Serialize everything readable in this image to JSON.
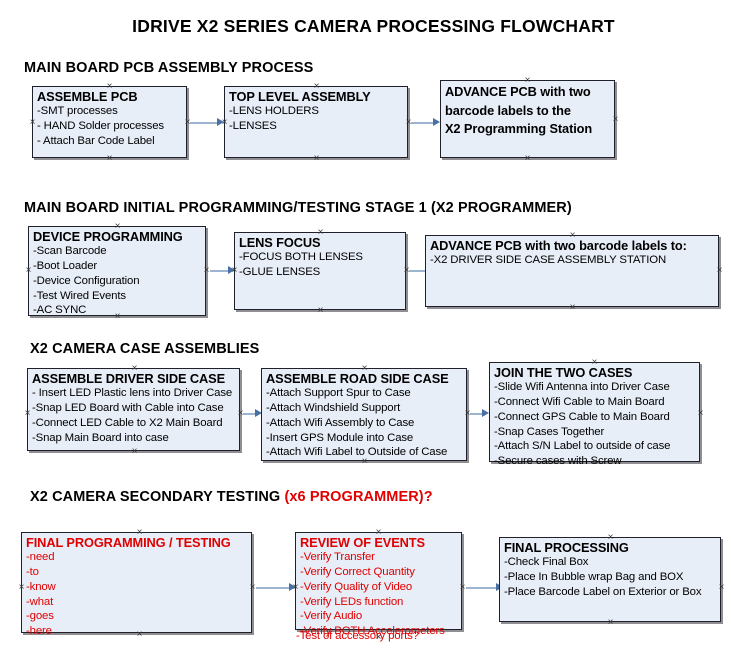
{
  "document": {
    "title": "IDRIVE X2  SERIES CAMERA PROCESSING FLOWCHART"
  },
  "sections": [
    {
      "id": "main-board-pcb-assembly",
      "heading": "MAIN BOARD PCB ASSEMBLY PROCESS",
      "heading_accent": ""
    },
    {
      "id": "main-board-initial-programming",
      "heading": "MAIN BOARD INITIAL PROGRAMMING/TESTING STAGE 1 (X2 PROGRAMMER)",
      "heading_accent": ""
    },
    {
      "id": "x2-camera-case-assemblies",
      "heading": "X2 CAMERA CASE ASSEMBLIES",
      "heading_accent": ""
    },
    {
      "id": "x2-camera-secondary-testing",
      "heading": "X2 CAMERA SECONDARY TESTING",
      "heading_accent": "(x6 PROGRAMMER)?"
    }
  ],
  "nodes": {
    "assemble_pcb": {
      "title": "ASSEMBLE PCB",
      "lines": [
        "-SMT processes",
        "- HAND Solder processes",
        "- Attach Bar Code Label"
      ]
    },
    "top_level_assembly": {
      "title": "TOP LEVEL ASSEMBLY",
      "lines": [
        "-LENS HOLDERS",
        "-LENSES"
      ]
    },
    "advance_pcb_programming_station": {
      "title_lines": [
        "ADVANCE PCB with two",
        "barcode labels to the",
        " X2 Programming Station"
      ],
      "lines": []
    },
    "device_programming": {
      "title": "DEVICE PROGRAMMING",
      "lines": [
        "-Scan Barcode",
        "-Boot Loader",
        "-Device Configuration",
        "-Test Wired Events",
        "-AC SYNC"
      ]
    },
    "lens_focus": {
      "title": "LENS FOCUS",
      "lines": [
        "-FOCUS BOTH LENSES",
        "-GLUE LENSES"
      ]
    },
    "advance_pcb_driver_side": {
      "title": "ADVANCE PCB with two barcode labels to:",
      "lines": [
        "-X2 DRIVER  SIDE  CASE  ASSEMBLY STATION"
      ]
    },
    "assemble_driver_side_case": {
      "title": "ASSEMBLE DRIVER SIDE CASE",
      "lines": [
        "- Insert LED Plastic lens into Driver Case",
        "-Snap LED Board with Cable into Case",
        "-Connect LED Cable to X2 Main Board",
        "-Snap Main Board into case"
      ]
    },
    "assemble_road_side_case": {
      "title": "ASSEMBLE ROAD SIDE CASE",
      "lines": [
        "-Attach Support Spur to Case",
        "-Attach Windshield Support",
        "-Attach Wifi Assembly to Case",
        "-Insert GPS Module into Case",
        "-Attach Wifi Label to Outside of Case"
      ]
    },
    "join_the_two_cases": {
      "title": "JOIN THE TWO CASES",
      "lines": [
        "-Slide Wifi Antenna into Driver Case",
        "-Connect Wifi Cable to Main Board",
        "-Connect GPS Cable to Main Board",
        "-Snap Cases Together",
        "-Attach S/N Label to outside of case",
        "-Secure cases with Screw"
      ]
    },
    "final_programming_testing": {
      "title": "FINAL PROGRAMMING / TESTING",
      "lines": [
        "-need",
        "-to",
        "-know",
        "-what",
        "-goes",
        "-here"
      ]
    },
    "review_of_events": {
      "title": "REVIEW OF EVENTS",
      "lines": [
        "-Verify Transfer",
        "-Verify Correct Quantity",
        "-Verify Quality of Video",
        "-Verify LEDs function",
        "-Verify Audio",
        "-Verify BOTH Accelerometers"
      ],
      "overflow_line": "-Test of accessory ports?"
    },
    "final_processing": {
      "title": "FINAL PROCESSING",
      "lines": [
        " -Check Final Box",
        "-Place In Bubble wrap Bag and BOX",
        "-Place Barcode Label on Exterior or Box"
      ]
    }
  },
  "colors": {
    "box_fill": "#e8eef8",
    "box_border": "#20202a",
    "box_shadow": "#8f8f93",
    "connector_line": "#9cb4cf",
    "connector_arrow": "#4a6fa5",
    "accent_red": "#e00000",
    "text": "#000000",
    "background": "#ffffff"
  }
}
